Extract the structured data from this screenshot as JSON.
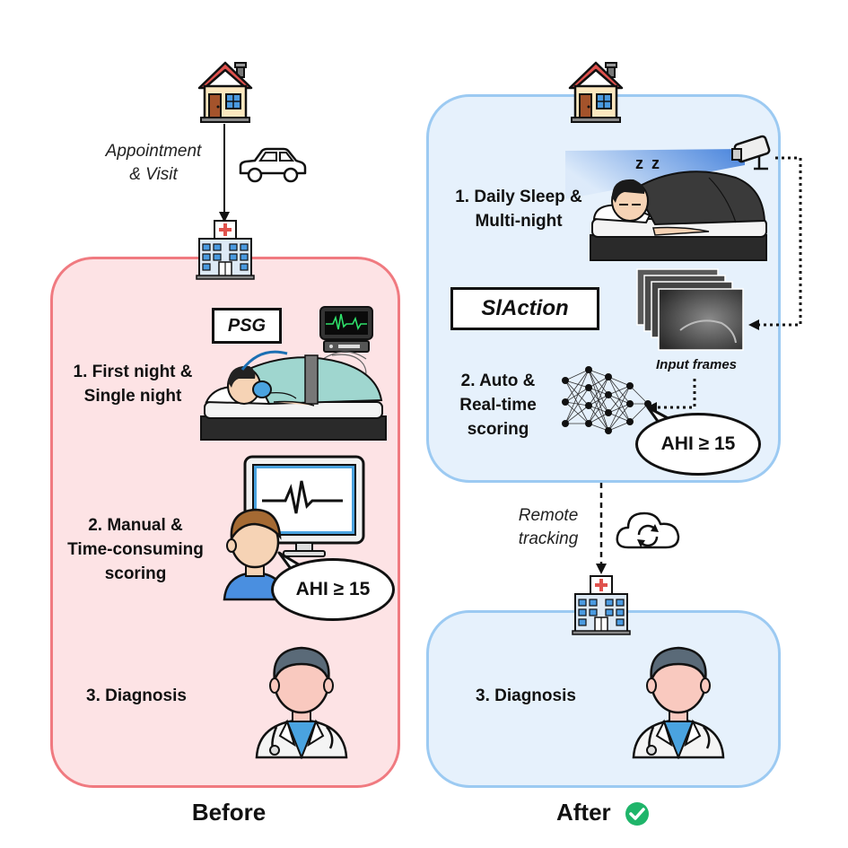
{
  "before": {
    "visit_label_1": "Appointment",
    "visit_label_2": "& Visit",
    "psg_label": "PSG",
    "step1_line1": "1. First night &",
    "step1_line2": "Single night",
    "step2_line1": "2. Manual &",
    "step2_line2": "Time-consuming",
    "step2_line3": "scoring",
    "ahi_bubble": "AHI ≥ 15",
    "step3": "3. Diagnosis",
    "footer": "Before"
  },
  "after": {
    "step1_line1": "1. Daily Sleep &",
    "step1_line2": "Multi-night",
    "sleep_z": "z z",
    "method_label": "SlAction",
    "input_frames_label": "Input frames",
    "step2_line1": "2. Auto &",
    "step2_line2": "Real-time",
    "step2_line3": "scoring",
    "ahi_bubble": "AHI ≥ 15",
    "remote_label_1": "Remote",
    "remote_label_2": "tracking",
    "step3": "3. Diagnosis",
    "footer": "After"
  },
  "colors": {
    "before_panel_fill": "#fde3e5",
    "before_panel_border": "#f07a80",
    "after_panel_fill": "#e6f1fc",
    "after_panel_border": "#9ccaf2",
    "check_green": "#1fb56a"
  },
  "icons": [
    "house-icon",
    "car-icon",
    "hospital-icon",
    "monitor-icon",
    "doctor-icon",
    "camera-icon",
    "cloud-sync-icon",
    "neural-network-icon",
    "check-icon"
  ]
}
